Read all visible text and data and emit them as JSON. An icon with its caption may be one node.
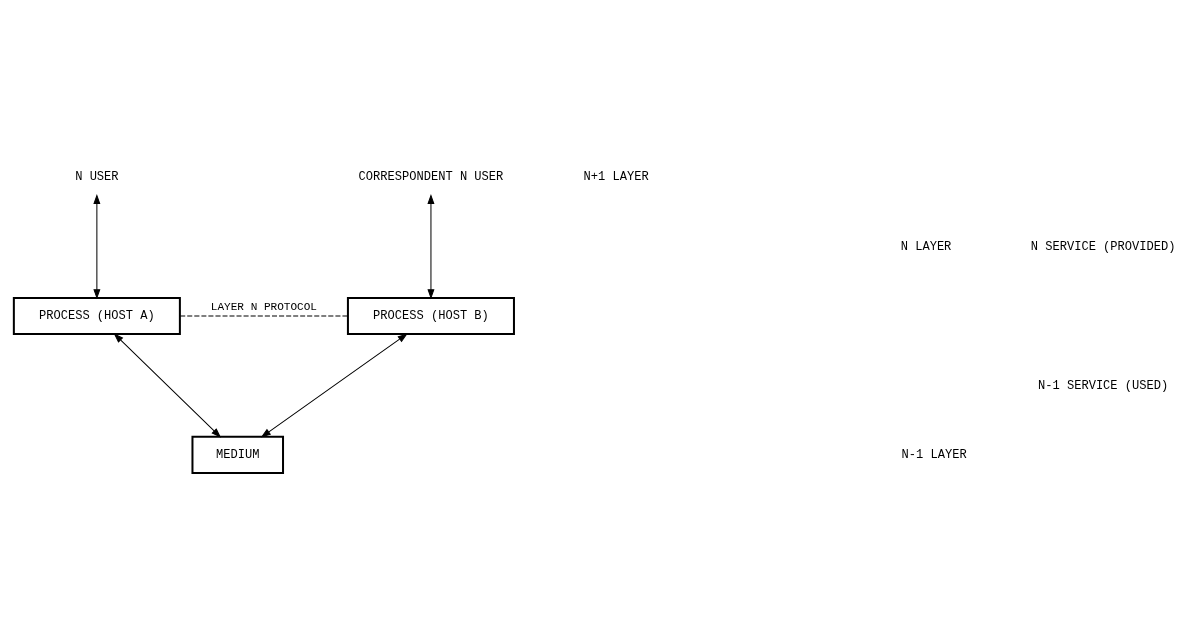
{
  "diagram": {
    "nodes": [
      {
        "text": [
          "N USER"
        ]
      },
      {
        "text": [
          "CORRESPONDENT N USER"
        ]
      },
      {
        "text": [
          "PROCESS (HOST A)"
        ]
      },
      {
        "text": [
          "PROCESS (HOST B)"
        ]
      },
      {
        "text": [
          "MEDIUM"
        ]
      }
    ],
    "edges": [
      {
        "from": 0,
        "to": 2,
        "arrow": "both"
      },
      {
        "from": 1,
        "to": 3,
        "arrow": "both"
      },
      {
        "from": 2,
        "to": 3,
        "arrow": "none",
        "style": "dashed",
        "label": "LAYER N PROTOCOL"
      },
      {
        "from": 2,
        "to": 4,
        "arrow": "both"
      },
      {
        "from": 3,
        "to": 4,
        "arrow": "both"
      }
    ],
    "labels": [
      "N+1 LAYER",
      "N SERVICE (PROVIDED)",
      "N LAYER",
      "N-1 SERVICE (USED)",
      "N-1 LAYER"
    ]
  }
}
